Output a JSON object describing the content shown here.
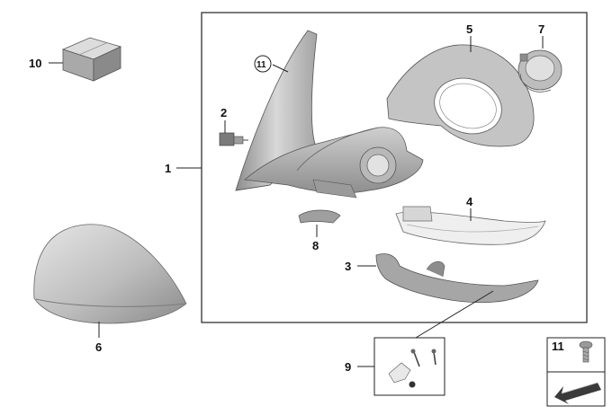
{
  "callouts": {
    "c1": "1",
    "c2": "2",
    "c3": "3",
    "c4": "4",
    "c5": "5",
    "c6": "6",
    "c7": "7",
    "c8": "8",
    "c9": "9",
    "c10": "10",
    "c11_circle": "11",
    "c11_box": "11"
  },
  "colors": {
    "frame": "#222222",
    "part_light": "#d9d9d9",
    "part_mid": "#b4b4b4",
    "part_dark": "#6f6f6f",
    "arrow_fill": "#3a3a3a"
  },
  "icons": [
    "cube-icon",
    "cap-icon",
    "screw-icon",
    "arrow-icon"
  ]
}
